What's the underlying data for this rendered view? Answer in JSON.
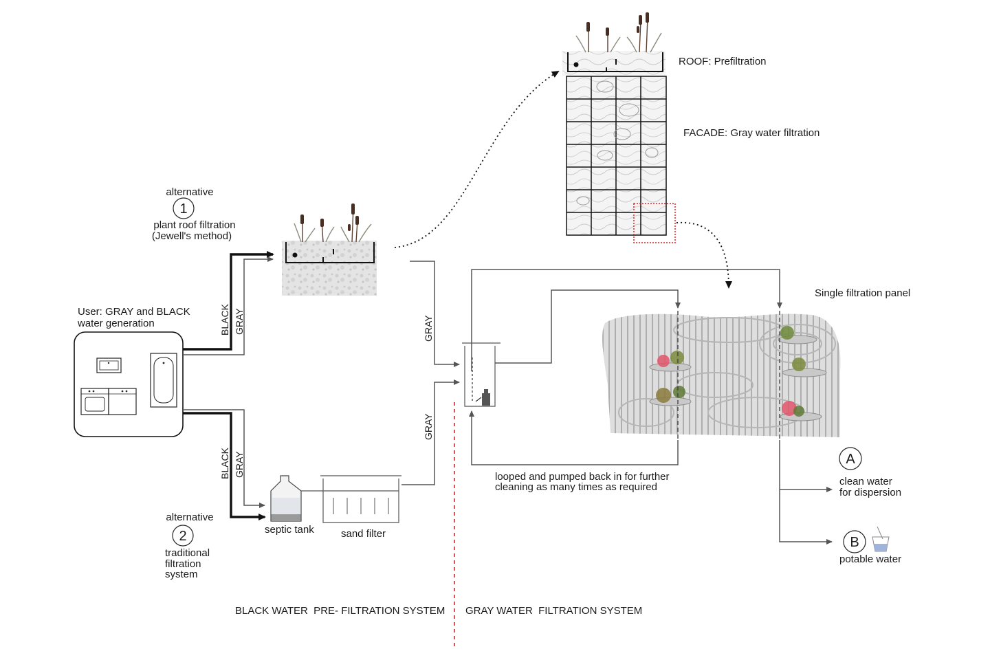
{
  "labels": {
    "alt1_title": "alternative",
    "alt1_number": "1",
    "alt1_line1": "plant roof filtration",
    "alt1_line2": "(Jewell's method)",
    "user_line1": "User: GRAY and BLACK",
    "user_line2": "water generation",
    "alt2_title": "alternative",
    "alt2_number": "2",
    "alt2_line1": "traditional",
    "alt2_line2": "filtration",
    "alt2_line3": "system",
    "septic_tank": "septic tank",
    "sand_filter": "sand filter",
    "roof": "ROOF: Prefiltration",
    "facade": "FACADE: Gray water filtration",
    "single_panel": "Single filtration panel",
    "loop_line1": "looped and pumped back in for further",
    "loop_line2": "cleaning as many times as required",
    "output_a_letter": "A",
    "output_a_line1": "clean water",
    "output_a_line2": "for dispersion",
    "output_b_letter": "B",
    "output_b_line1": "potable water",
    "black_system": "BLACK WATER  PRE- FILTRATION SYSTEM",
    "gray_system": "GRAY WATER  FILTRATION SYSTEM"
  },
  "pipe_labels": {
    "black_upper": "BLACK",
    "gray_upper": "GRAY",
    "black_lower": "BLACK",
    "gray_lower": "GRAY",
    "gray_to_tank_upper": "GRAY",
    "gray_to_tank_lower": "GRAY"
  },
  "colors": {
    "line": "#555555",
    "black_pipe": "#111111",
    "divider": "#e02020",
    "highlight": "#e02020",
    "panel_fill": "#d9d9d9",
    "soil": "#dcdcdc",
    "plant_red": "#e0556a",
    "plant_green": "#7a8a3c"
  }
}
